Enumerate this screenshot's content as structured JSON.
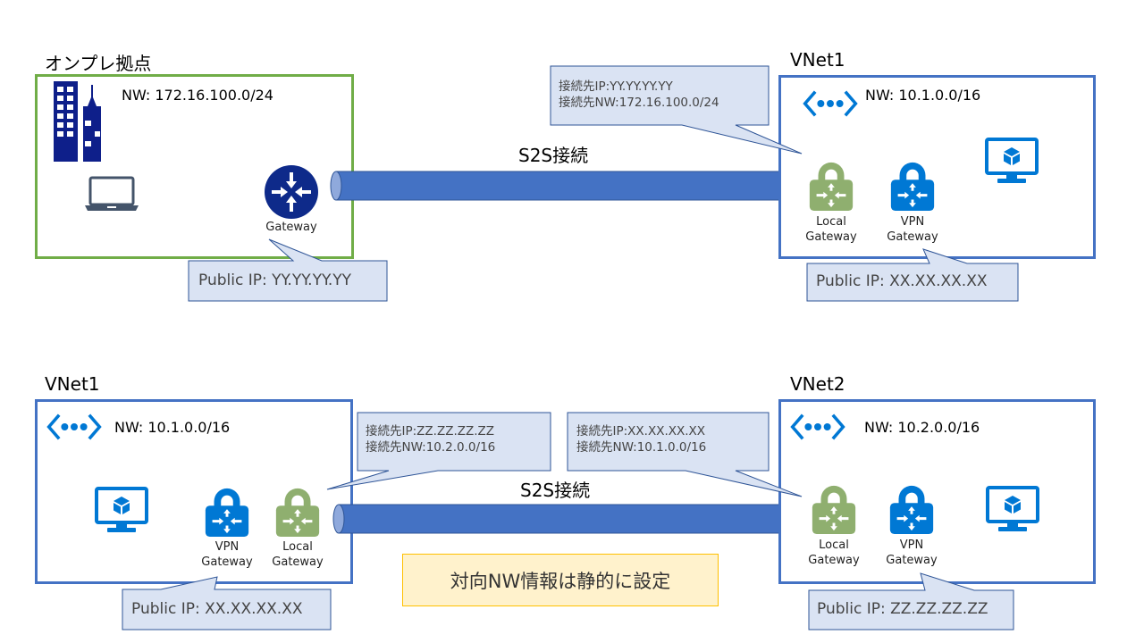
{
  "colors": {
    "onprem_border": "#70ad47",
    "vnet_border": "#4472c4",
    "pipe_fill": "#4472c4",
    "callout_fill": "#dae3f3",
    "callout_border": "#2f5597",
    "local_gateway": "#8faf6f",
    "vpn_gateway": "#0078d4",
    "router": "#0e2a8a",
    "building": "#0e1f8a",
    "note_fill": "#fff2cc",
    "note_border": "#ffc000"
  },
  "top": {
    "onprem": {
      "title": "オンプレ拠点",
      "nw": "NW: 172.16.100.0/24",
      "gateway_label": "Gateway",
      "public_ip": "Public IP: YY.YY.YY.YY",
      "icons": [
        "building-icon",
        "laptop-icon",
        "router-icon"
      ]
    },
    "connection_label": "S2S接続",
    "peer_callout": [
      "接続先IP:YY.YY.YY.YY",
      "接続先NW:172.16.100.0/24"
    ],
    "vnet": {
      "title": "VNet1",
      "nw": "NW: 10.1.0.0/16",
      "local_gateway_label": [
        "Local",
        "Gateway"
      ],
      "vpn_gateway_label": [
        "VPN",
        "Gateway"
      ],
      "public_ip": "Public IP: XX.XX.XX.XX"
    }
  },
  "bottom": {
    "vnet_left": {
      "title": "VNet1",
      "nw": "NW: 10.1.0.0/16",
      "vpn_gateway_label": [
        "VPN",
        "Gateway"
      ],
      "local_gateway_label": [
        "Local",
        "Gateway"
      ],
      "public_ip": "Public IP: XX.XX.XX.XX"
    },
    "left_callout": [
      "接続先IP:ZZ.ZZ.ZZ.ZZ",
      "接続先NW:10.2.0.0/16"
    ],
    "right_callout": [
      "接続先IP:XX.XX.XX.XX",
      "接続先NW:10.1.0.0/16"
    ],
    "connection_label": "S2S接続",
    "vnet_right": {
      "title": "VNet2",
      "nw": "NW: 10.2.0.0/16",
      "local_gateway_label": [
        "Local",
        "Gateway"
      ],
      "vpn_gateway_label": [
        "VPN",
        "Gateway"
      ],
      "public_ip": "Public IP: ZZ.ZZ.ZZ.ZZ"
    },
    "note": "対向NW情報は静的に設定"
  }
}
